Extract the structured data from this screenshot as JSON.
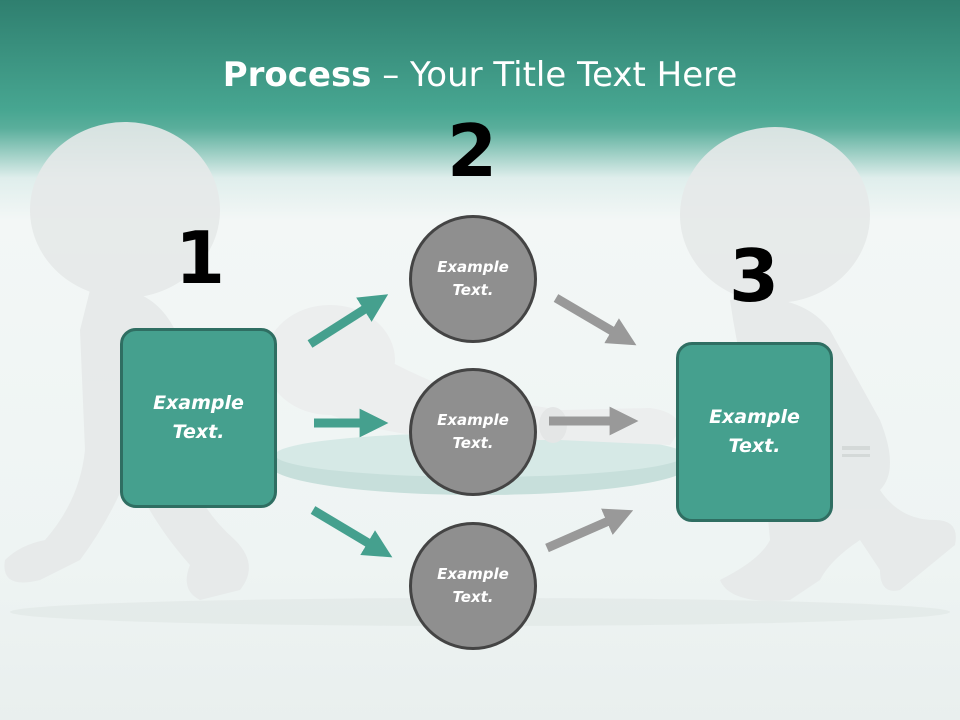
{
  "title": {
    "bold": "Process",
    "rest": " – Your Title Text Here"
  },
  "steps": [
    {
      "number": "1",
      "text": "Example\nText."
    },
    {
      "number": "2",
      "items": [
        "Example\nText.",
        "Example\nText.",
        "Example\nText."
      ]
    },
    {
      "number": "3",
      "text": "Example\nText."
    }
  ],
  "colors": {
    "accent": "#45a08e",
    "header": "#47a691",
    "circle": "#8f8f8f",
    "arrow_gray": "#999999"
  },
  "icons": [
    "arrow-right-icon"
  ]
}
